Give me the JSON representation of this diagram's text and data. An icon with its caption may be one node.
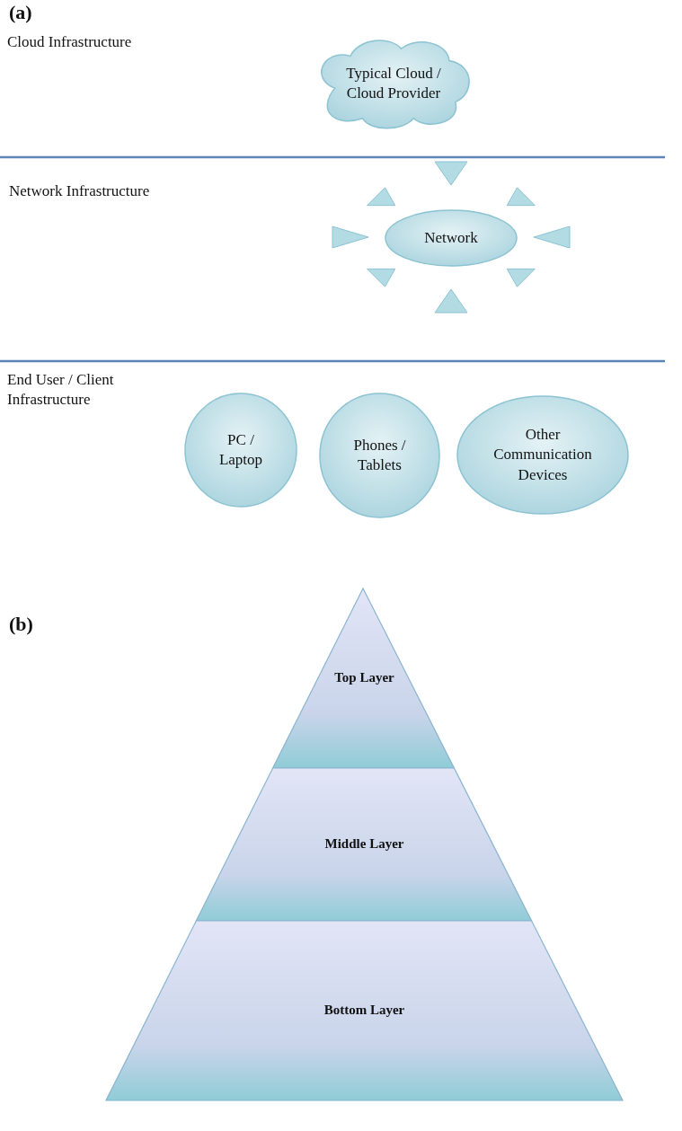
{
  "diagram": {
    "nodes": [
      {
        "text": [
          "Typical Cloud / Cloud Provider"
        ]
      },
      {
        "text": [
          "Network"
        ]
      },
      {
        "text": [
          "PC / Laptop"
        ]
      },
      {
        "text": [
          "Phones / Tablets"
        ]
      },
      {
        "text": [
          "Other Communication Devices"
        ]
      },
      {
        "text": [
          "Top Layer"
        ]
      },
      {
        "text": [
          "Middle Layer"
        ]
      },
      {
        "text": [
          "Bottom Layer"
        ]
      }
    ],
    "labels": [
      "(a)",
      "Cloud Infrastructure",
      "Network Infrastructure",
      "End User / Client Infrastructure",
      "(b)"
    ]
  }
}
